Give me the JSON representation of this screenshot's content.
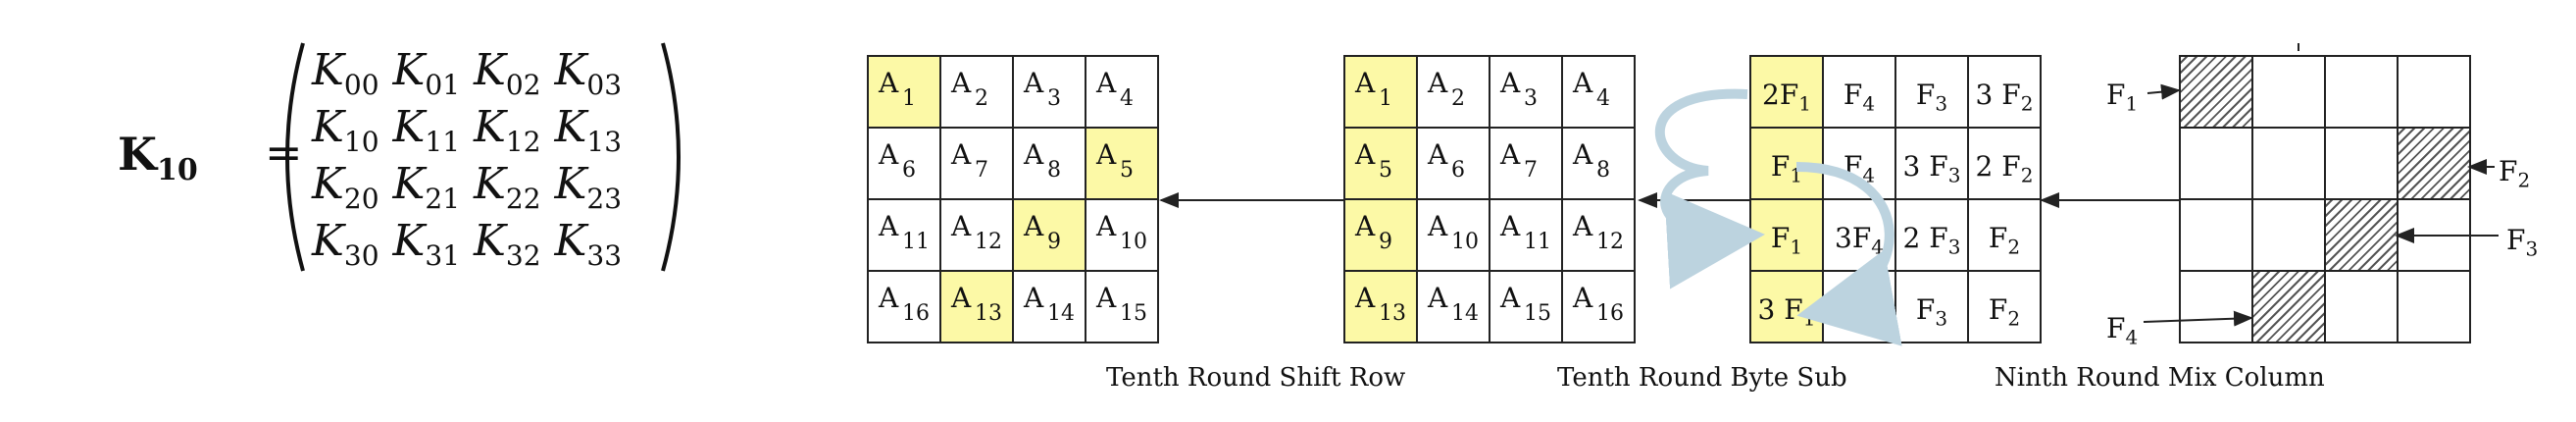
{
  "matrix": {
    "symbol": "K",
    "symbol_sub": "10",
    "equals": "=",
    "rows": [
      [
        {
          "b": "K",
          "s": "00"
        },
        {
          "b": "K",
          "s": "01"
        },
        {
          "b": "K",
          "s": "02"
        },
        {
          "b": "K",
          "s": "03"
        }
      ],
      [
        {
          "b": "K",
          "s": "10"
        },
        {
          "b": "K",
          "s": "11"
        },
        {
          "b": "K",
          "s": "12"
        },
        {
          "b": "K",
          "s": "13"
        }
      ],
      [
        {
          "b": "K",
          "s": "20"
        },
        {
          "b": "K",
          "s": "21"
        },
        {
          "b": "K",
          "s": "22"
        },
        {
          "b": "K",
          "s": "23"
        }
      ],
      [
        {
          "b": "K",
          "s": "30"
        },
        {
          "b": "K",
          "s": "31"
        },
        {
          "b": "K",
          "s": "32"
        },
        {
          "b": "K",
          "s": "33"
        }
      ]
    ]
  },
  "shift_row": {
    "caption": "Tenth Round Shift Row",
    "cells": [
      {
        "b": "A",
        "s": "1",
        "hl": true
      },
      {
        "b": "A",
        "s": "2",
        "hl": false
      },
      {
        "b": "A",
        "s": "3",
        "hl": false
      },
      {
        "b": "A",
        "s": "4",
        "hl": false
      },
      {
        "b": "A",
        "s": "6",
        "hl": false
      },
      {
        "b": "A",
        "s": "7",
        "hl": false
      },
      {
        "b": "A",
        "s": "8",
        "hl": false
      },
      {
        "b": "A",
        "s": "5",
        "hl": true
      },
      {
        "b": "A",
        "s": "11",
        "hl": false
      },
      {
        "b": "A",
        "s": "12",
        "hl": false
      },
      {
        "b": "A",
        "s": "9",
        "hl": true
      },
      {
        "b": "A",
        "s": "10",
        "hl": false
      },
      {
        "b": "A",
        "s": "16",
        "hl": false
      },
      {
        "b": "A",
        "s": "13",
        "hl": true
      },
      {
        "b": "A",
        "s": "14",
        "hl": false
      },
      {
        "b": "A",
        "s": "15",
        "hl": false
      }
    ]
  },
  "byte_sub": {
    "caption": "Tenth Round Byte Sub",
    "cells": [
      {
        "b": "A",
        "s": "1",
        "hl": true
      },
      {
        "b": "A",
        "s": "2",
        "hl": false
      },
      {
        "b": "A",
        "s": "3",
        "hl": false
      },
      {
        "b": "A",
        "s": "4",
        "hl": false
      },
      {
        "b": "A",
        "s": "5",
        "hl": true
      },
      {
        "b": "A",
        "s": "6",
        "hl": false
      },
      {
        "b": "A",
        "s": "7",
        "hl": false
      },
      {
        "b": "A",
        "s": "8",
        "hl": false
      },
      {
        "b": "A",
        "s": "9",
        "hl": true
      },
      {
        "b": "A",
        "s": "10",
        "hl": false
      },
      {
        "b": "A",
        "s": "11",
        "hl": false
      },
      {
        "b": "A",
        "s": "12",
        "hl": false
      },
      {
        "b": "A",
        "s": "13",
        "hl": true
      },
      {
        "b": "A",
        "s": "14",
        "hl": false
      },
      {
        "b": "A",
        "s": "15",
        "hl": false
      },
      {
        "b": "A",
        "s": "16",
        "hl": false
      }
    ]
  },
  "f_grid": {
    "cells": [
      {
        "b": "2F",
        "s": "1",
        "hl": true
      },
      {
        "b": "F",
        "s": "4",
        "hl": false
      },
      {
        "b": "F",
        "s": "3",
        "hl": false
      },
      {
        "b": "3 F",
        "s": "2",
        "hl": false
      },
      {
        "b": "F",
        "s": "1",
        "hl": true
      },
      {
        "b": "F",
        "s": "4",
        "hl": false
      },
      {
        "b": "3 F",
        "s": "3",
        "hl": false
      },
      {
        "b": "2 F",
        "s": "2",
        "hl": false
      },
      {
        "b": "F",
        "s": "1",
        "hl": true
      },
      {
        "b": "3F",
        "s": "4",
        "hl": false
      },
      {
        "b": "2 F",
        "s": "3",
        "hl": false
      },
      {
        "b": "F",
        "s": "2",
        "hl": false
      },
      {
        "b": "3 F",
        "s": "1",
        "hl": true
      },
      {
        "b": "F",
        "s": "4",
        "hl": false
      },
      {
        "b": "F",
        "s": "3",
        "hl": false
      },
      {
        "b": "F",
        "s": "2",
        "hl": false
      }
    ]
  },
  "mix_column": {
    "caption": "Ninth Round Mix Column",
    "hatched": [
      0,
      7,
      10,
      13
    ],
    "labels": [
      {
        "b": "F",
        "s": "1"
      },
      {
        "b": "F",
        "s": "2"
      },
      {
        "b": "F",
        "s": "3"
      },
      {
        "b": "F",
        "s": "4"
      }
    ]
  },
  "colors": {
    "highlight": "#fcf9a6",
    "curve": "#bcd3df",
    "line": "#222222"
  }
}
